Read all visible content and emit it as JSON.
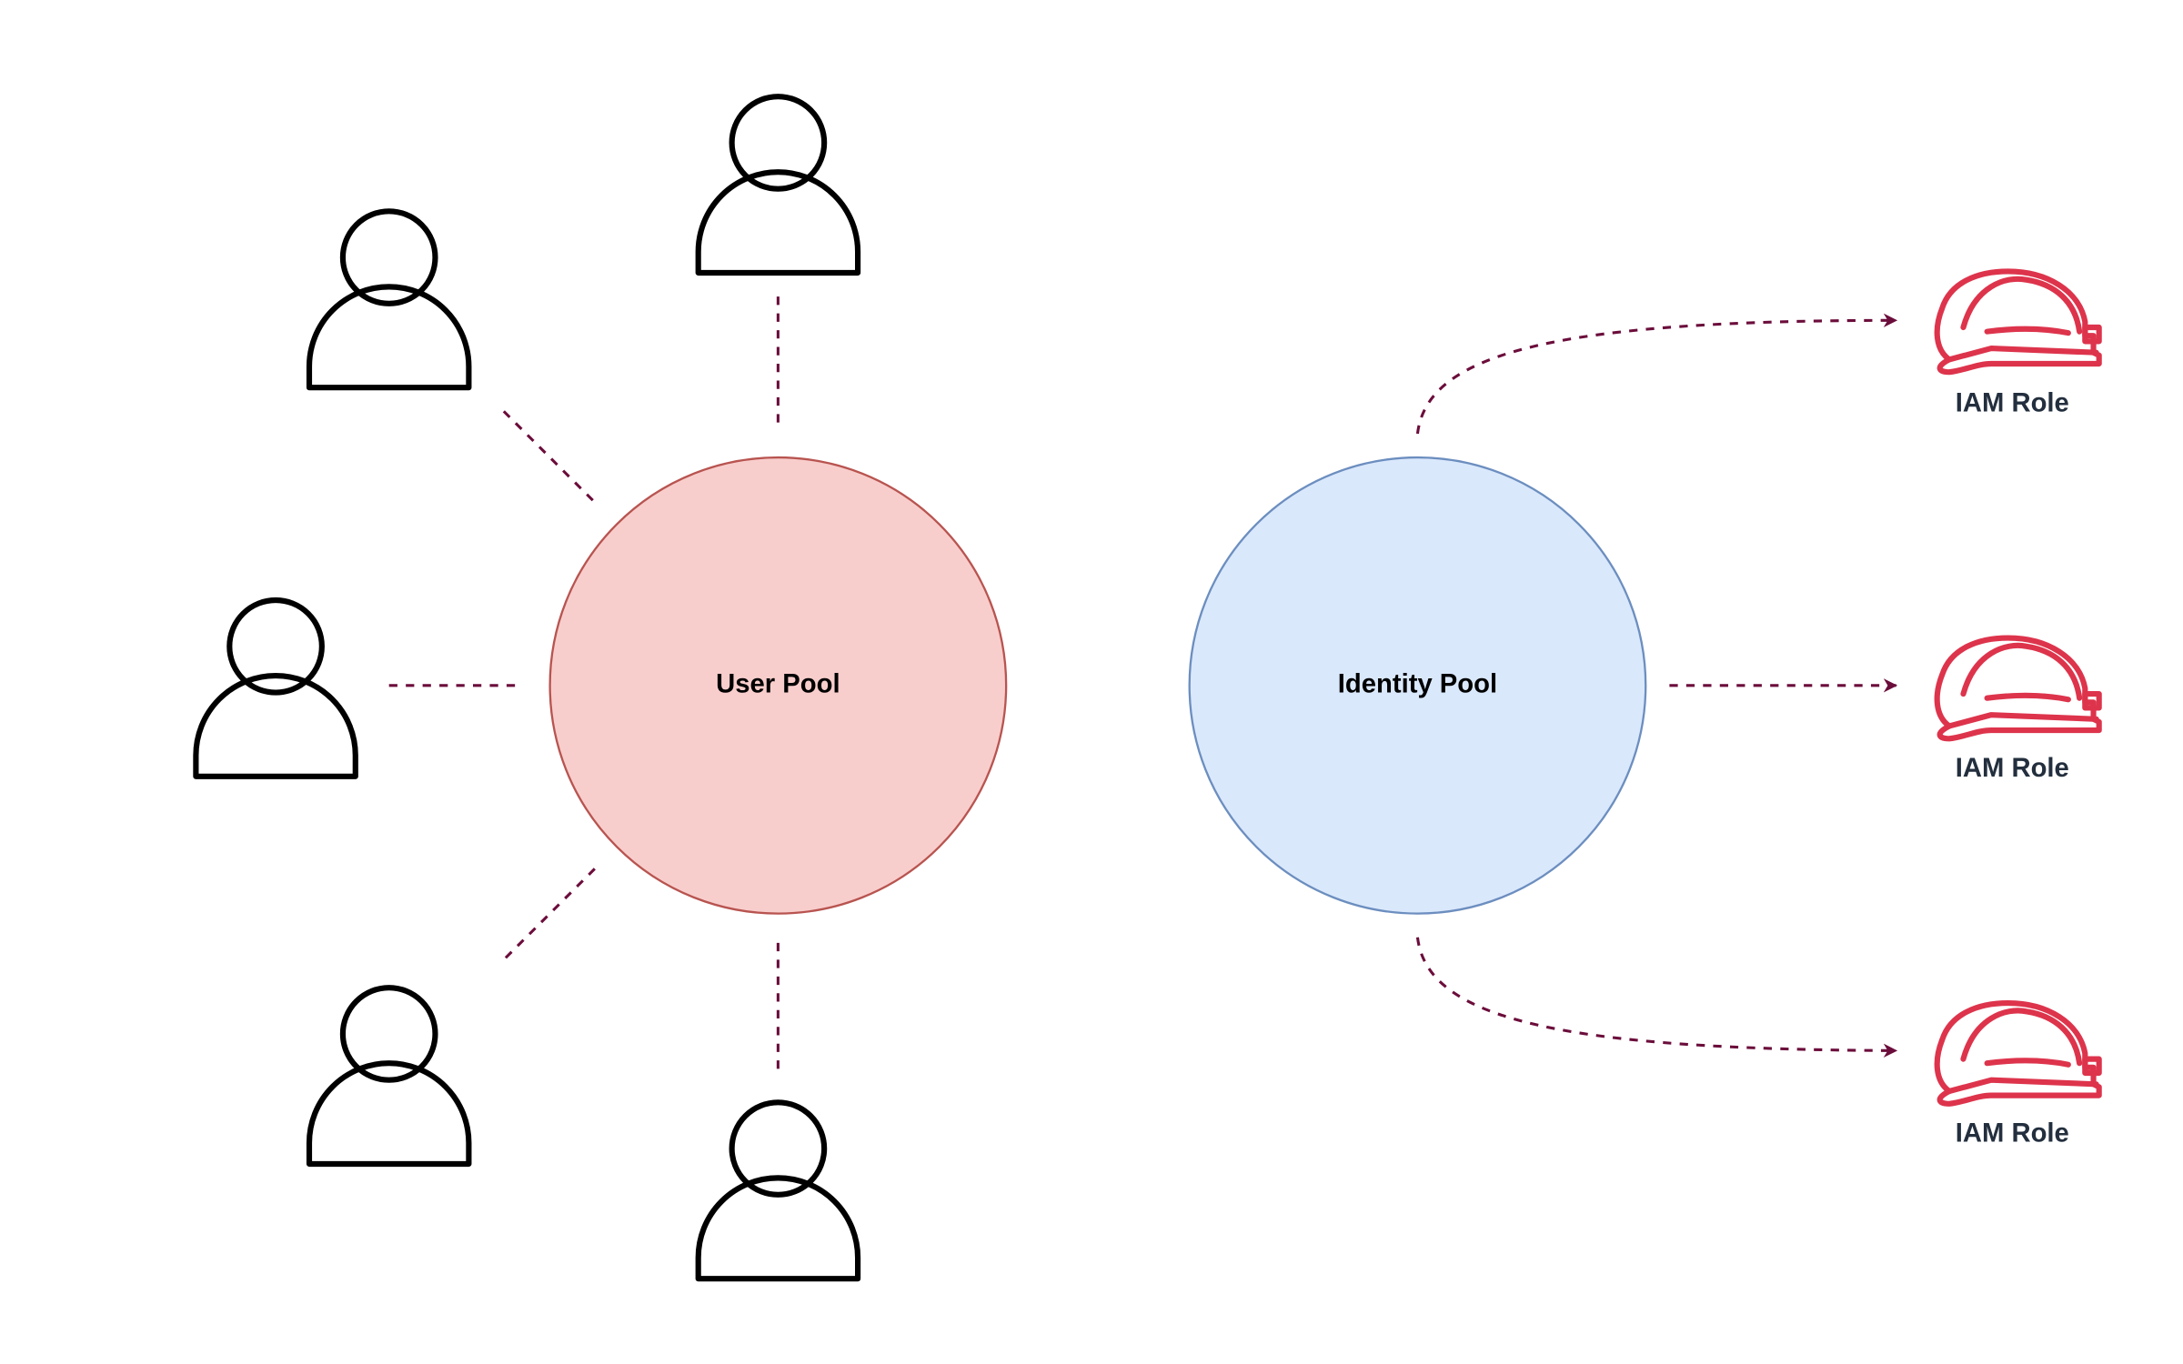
{
  "user_pool": {
    "label": "User Pool",
    "fill": "#f8cecc",
    "stroke": "#b85450"
  },
  "identity_pool": {
    "label": "Identity Pool",
    "fill": "#dae8fc",
    "stroke": "#6c8ebf"
  },
  "connector_color": "#6b0d3b",
  "users": [
    {
      "icon": "user-icon"
    },
    {
      "icon": "user-icon"
    },
    {
      "icon": "user-icon"
    },
    {
      "icon": "user-icon"
    },
    {
      "icon": "user-icon"
    }
  ],
  "roles": [
    {
      "label": "IAM Role",
      "icon": "helmet-icon",
      "color": "#dd344c"
    },
    {
      "label": "IAM Role",
      "icon": "helmet-icon",
      "color": "#dd344c"
    },
    {
      "label": "IAM Role",
      "icon": "helmet-icon",
      "color": "#dd344c"
    }
  ]
}
